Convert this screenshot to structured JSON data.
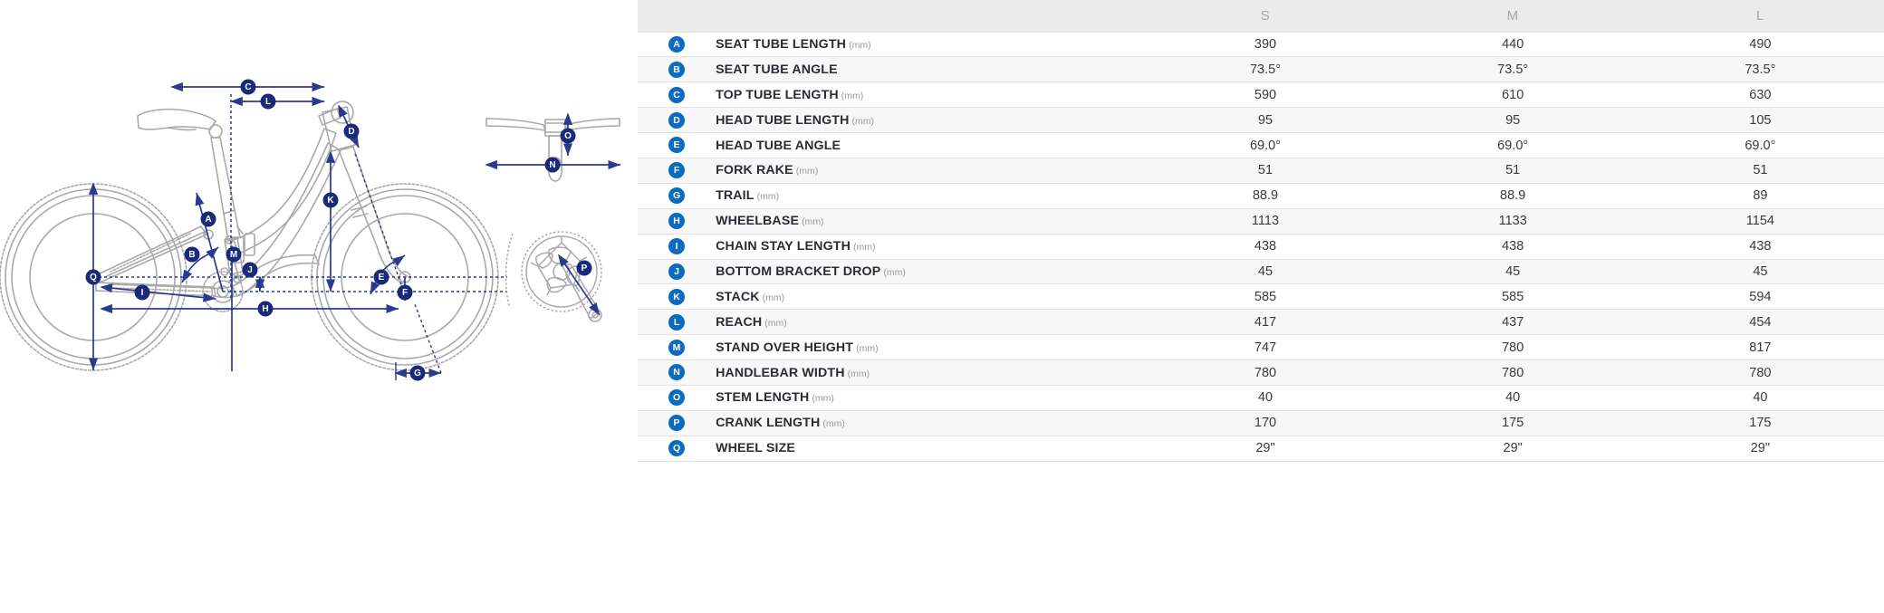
{
  "table": {
    "header": {
      "badge_col": "",
      "label_col": "",
      "sizes": [
        "S",
        "M",
        "L"
      ]
    },
    "rows": [
      {
        "badge": "A",
        "label": "SEAT TUBE LENGTH",
        "unit": "(mm)",
        "values": [
          "390",
          "440",
          "490"
        ]
      },
      {
        "badge": "B",
        "label": "SEAT TUBE ANGLE",
        "unit": "",
        "values": [
          "73.5°",
          "73.5°",
          "73.5°"
        ]
      },
      {
        "badge": "C",
        "label": "TOP TUBE LENGTH",
        "unit": "(mm)",
        "values": [
          "590",
          "610",
          "630"
        ]
      },
      {
        "badge": "D",
        "label": "HEAD TUBE LENGTH",
        "unit": "(mm)",
        "values": [
          "95",
          "95",
          "105"
        ]
      },
      {
        "badge": "E",
        "label": "HEAD TUBE ANGLE",
        "unit": "",
        "values": [
          "69.0°",
          "69.0°",
          "69.0°"
        ]
      },
      {
        "badge": "F",
        "label": "FORK RAKE",
        "unit": "(mm)",
        "values": [
          "51",
          "51",
          "51"
        ]
      },
      {
        "badge": "G",
        "label": "TRAIL",
        "unit": "(mm)",
        "values": [
          "88.9",
          "88.9",
          "89"
        ]
      },
      {
        "badge": "H",
        "label": "WHEELBASE",
        "unit": "(mm)",
        "values": [
          "1113",
          "1133",
          "1154"
        ]
      },
      {
        "badge": "I",
        "label": "CHAIN STAY LENGTH",
        "unit": "(mm)",
        "values": [
          "438",
          "438",
          "438"
        ]
      },
      {
        "badge": "J",
        "label": "BOTTOM BRACKET DROP",
        "unit": "(mm)",
        "values": [
          "45",
          "45",
          "45"
        ]
      },
      {
        "badge": "K",
        "label": "STACK",
        "unit": "(mm)",
        "values": [
          "585",
          "585",
          "594"
        ]
      },
      {
        "badge": "L",
        "label": "REACH",
        "unit": "(mm)",
        "values": [
          "417",
          "437",
          "454"
        ]
      },
      {
        "badge": "M",
        "label": "STAND OVER HEIGHT",
        "unit": "(mm)",
        "values": [
          "747",
          "780",
          "817"
        ]
      },
      {
        "badge": "N",
        "label": "HANDLEBAR WIDTH",
        "unit": "(mm)",
        "values": [
          "780",
          "780",
          "780"
        ]
      },
      {
        "badge": "O",
        "label": "STEM LENGTH",
        "unit": "(mm)",
        "values": [
          "40",
          "40",
          "40"
        ]
      },
      {
        "badge": "P",
        "label": "CRANK LENGTH",
        "unit": "(mm)",
        "values": [
          "170",
          "175",
          "175"
        ]
      },
      {
        "badge": "Q",
        "label": "WHEEL SIZE",
        "unit": "",
        "values": [
          "29\"",
          "29\"",
          "29\""
        ]
      }
    ]
  },
  "diagram": {
    "side_view_badges": {
      "A": "A",
      "B": "B",
      "C": "C",
      "D": "D",
      "E": "E",
      "F": "F",
      "G": "G",
      "H": "H",
      "I": "I",
      "J": "J",
      "K": "K",
      "L": "L",
      "M": "M",
      "Q": "Q"
    },
    "handlebar_badges": {
      "N": "N",
      "O": "O"
    },
    "crank_badges": {
      "P": "P"
    }
  },
  "colors": {
    "badge_blue": "#0b6bbf",
    "badge_navy": "#1a2a7a",
    "dimension_line": "#2b3a8f",
    "bike_outline": "#a9a9a9",
    "header_bg": "#ebebeb",
    "row_alt_bg": "#f7f7f7",
    "row_border": "#e2e2e2",
    "label_text": "#2b2b33",
    "value_text": "#3a3a3a",
    "unit_text": "#9a9a9a",
    "header_text": "#a8a8a8"
  }
}
